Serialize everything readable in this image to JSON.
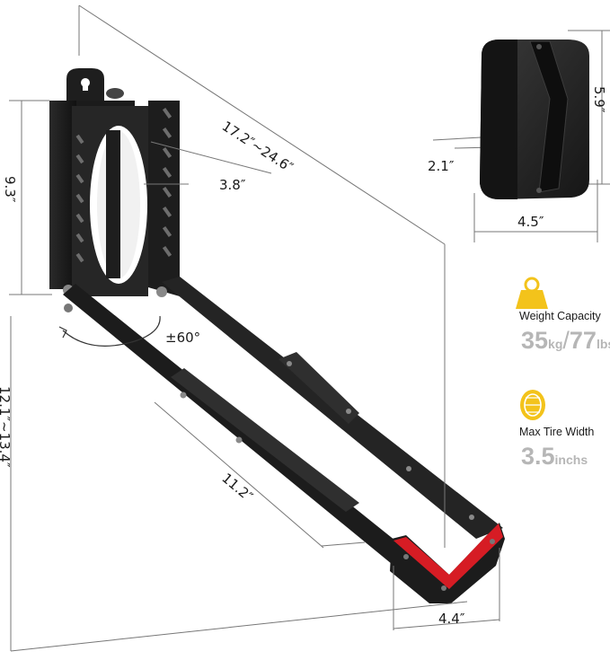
{
  "dimensions": {
    "overall_length": "17.2″~24.6″",
    "bracket_width": "3.8″",
    "bracket_height": "9.3″",
    "total_height": "12.1″~13.4″",
    "arm_segment": "11.2″",
    "cradle_width": "4.4″",
    "rotation": "±60°",
    "pad_height": "5.9″",
    "pad_depth": "2.1″",
    "pad_width": "4.5″"
  },
  "specs": {
    "weight": {
      "icon": "weight-icon",
      "label": "Weight Capacity",
      "kg_value": "35",
      "kg_unit": "kg",
      "separator": "/",
      "lbs_value": "77",
      "lbs_unit": "lbs"
    },
    "tire": {
      "icon": "tire-icon",
      "label": "Max Tire Width",
      "value": "3.5",
      "unit": "inchs"
    }
  },
  "colors": {
    "accent": "#f3c31b",
    "cradle_red": "#d61c24",
    "metal": "#1e1e1e",
    "value_gray": "#b6b6b6"
  }
}
